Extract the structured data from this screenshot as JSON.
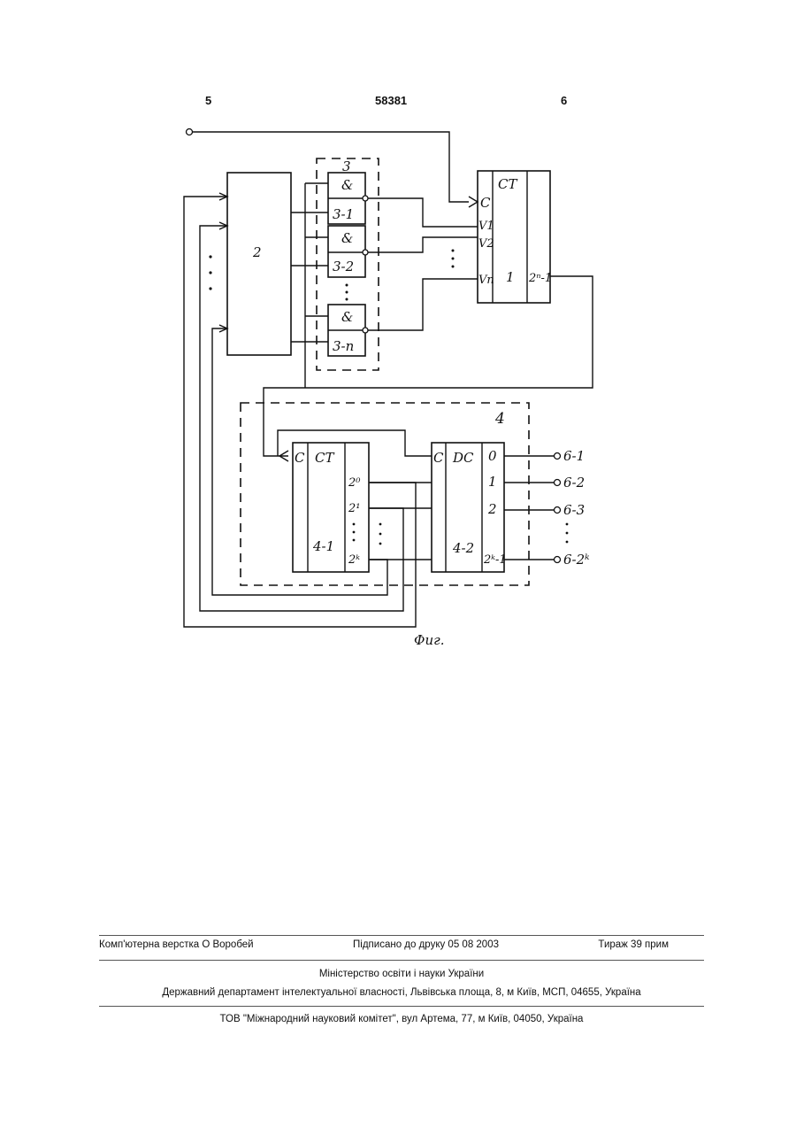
{
  "header": {
    "page_left": "5",
    "patent_number": "58381",
    "page_right": "6"
  },
  "figure": {
    "caption": "Фиг.",
    "labels": {
      "block_2": "2",
      "block_3": "3",
      "gate_and": "&",
      "gate_3_1": "3-1",
      "gate_3_2": "3-2",
      "gate_3_n": "3-n",
      "ct": "CT",
      "c": "C",
      "v1": "V1",
      "v2": "V2",
      "vn": "Vn",
      "block_1": "1",
      "out_2n_1": "2ⁿ-1",
      "block_4": "4",
      "block_4_1": "4-1",
      "ct2_out_0": "2⁰",
      "ct2_out_1": "2¹",
      "ct2_out_k": "2ᵏ",
      "dc": "DC",
      "block_4_2": "4-2",
      "dc_out_0": "0",
      "dc_out_1": "1",
      "dc_out_2": "2",
      "dc_out_last": "2ᵏ-1",
      "term_6_1": "6-1",
      "term_6_2": "6-2",
      "term_6_3": "6-3",
      "term_6_2k": "6-2ᵏ"
    }
  },
  "imprint": {
    "layout": "Комп'ютерна верстка О Воробей",
    "signed": "Підписано до друку 05 08 2003",
    "print_run": "Тираж 39 прим",
    "ministry": "Міністерство освіти і науки України",
    "department": "Державний департамент інтелектуальної власності, Львівська площа, 8, м  Київ, МСП, 04655, Україна",
    "publisher": "ТОВ \"Міжнародний науковий комітет\", вул  Артема, 77, м  Київ, 04050, Україна"
  }
}
